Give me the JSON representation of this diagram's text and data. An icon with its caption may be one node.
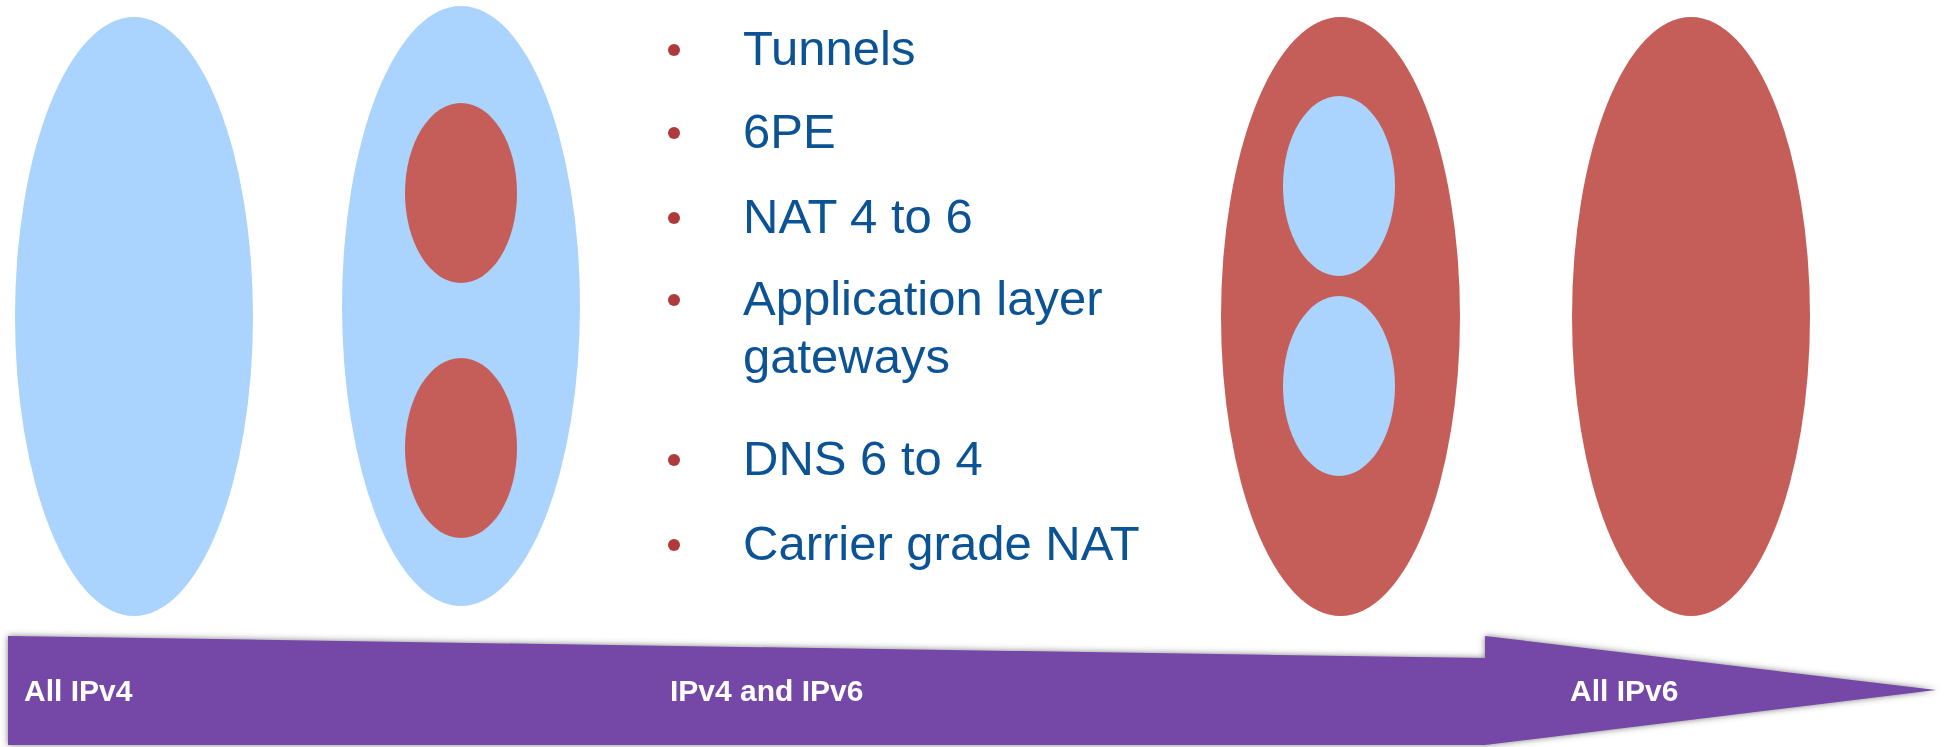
{
  "diagram": {
    "nodes": [
      {
        "text": [],
        "shape": "ellipse"
      },
      {
        "text": [],
        "shape": "ellipse"
      },
      {
        "text": [],
        "shape": "ellipse",
        "in": 1
      },
      {
        "text": [],
        "shape": "ellipse",
        "in": 1
      },
      {
        "text": [],
        "shape": "ellipse"
      },
      {
        "text": [],
        "shape": "ellipse",
        "in": 4
      },
      {
        "text": [],
        "shape": "ellipse",
        "in": 4
      },
      {
        "text": [],
        "shape": "ellipse"
      },
      {
        "text": [
          "All IPv4",
          "IPv4 and IPv6",
          "All IPv6"
        ]
      }
    ],
    "edges": [],
    "labels": [
      "Tunnels",
      "6PE",
      "NAT 4 to 6",
      "Application layer gateways",
      "DNS 6 to 4",
      "Carrier grade NAT"
    ]
  }
}
